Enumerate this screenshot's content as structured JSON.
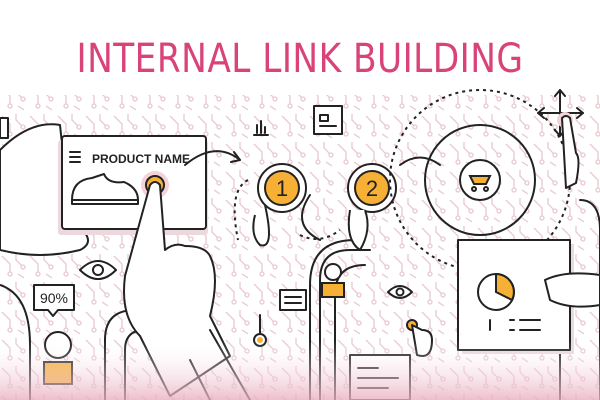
{
  "title": "INTERNAL LINK BUILDING",
  "tablet": {
    "product_name": "PRODUCT NAME"
  },
  "steps": [
    {
      "label": "1"
    },
    {
      "label": "2"
    }
  ],
  "bubble": {
    "percent": "90%"
  },
  "colors": {
    "title": "#d9437a",
    "accent": "#f7b036",
    "pattern": "#e8c9cf"
  }
}
